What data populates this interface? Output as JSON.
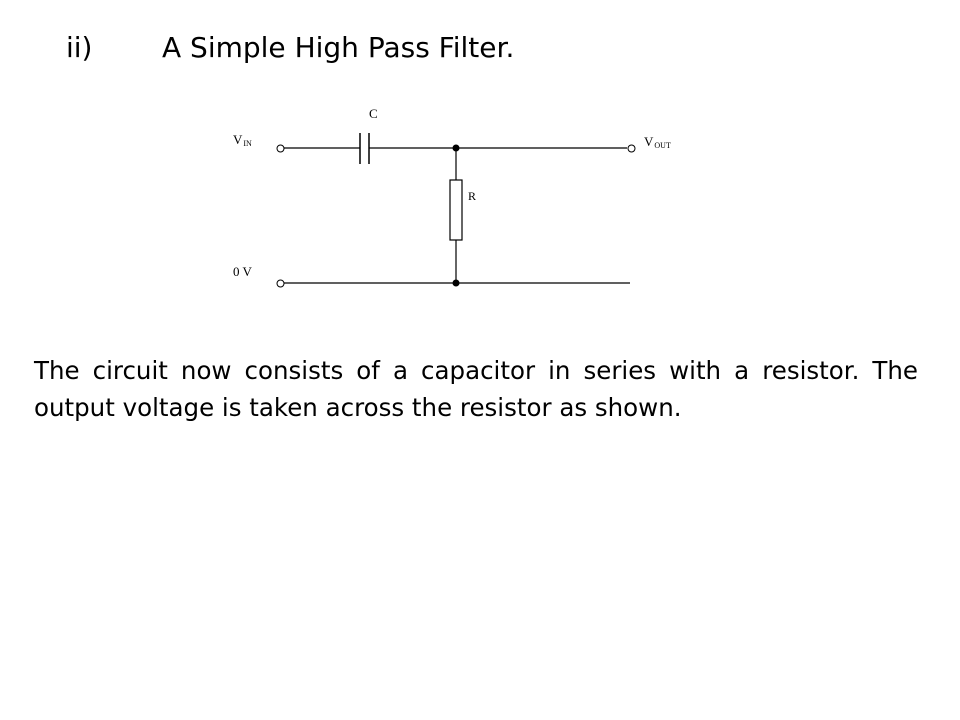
{
  "heading": {
    "number": "ii)",
    "title": "A Simple High Pass Filter."
  },
  "circuit": {
    "capacitor_label": "C",
    "resistor_label": "R",
    "vin_label": {
      "main": "V",
      "sub": "IN"
    },
    "vout_label": {
      "main": "V",
      "sub": "OUT"
    },
    "ground_label": "0 V"
  },
  "paragraph": "The circuit now consists of a capacitor in series with a resistor. The output voltage is taken across the resistor as shown."
}
